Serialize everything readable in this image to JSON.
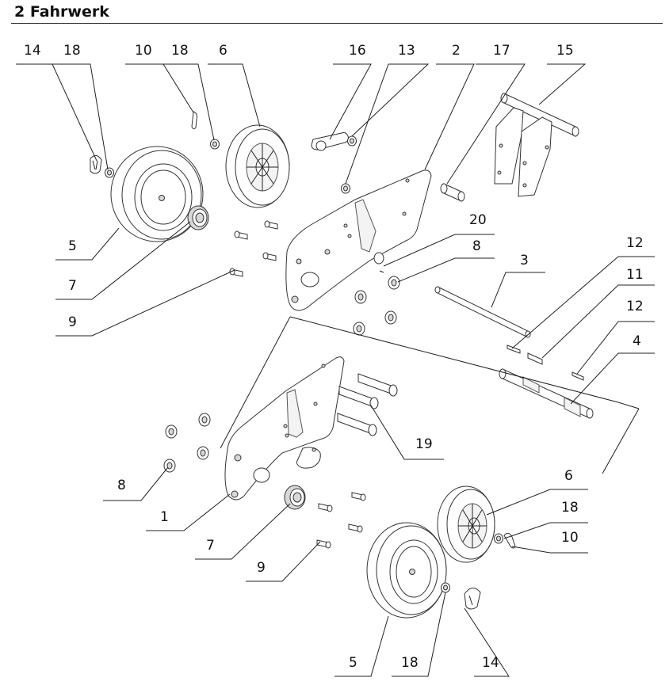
{
  "title": "2 Fahrwerk",
  "callouts": [
    "14",
    "18",
    "10",
    "18",
    "6",
    "16",
    "13",
    "2",
    "17",
    "15",
    "20",
    "5",
    "8",
    "7",
    "3",
    "9",
    "12",
    "11",
    "12",
    "4",
    "19",
    "8",
    "1",
    "6",
    "7",
    "18",
    "9",
    "10",
    "5",
    "18",
    "14"
  ]
}
